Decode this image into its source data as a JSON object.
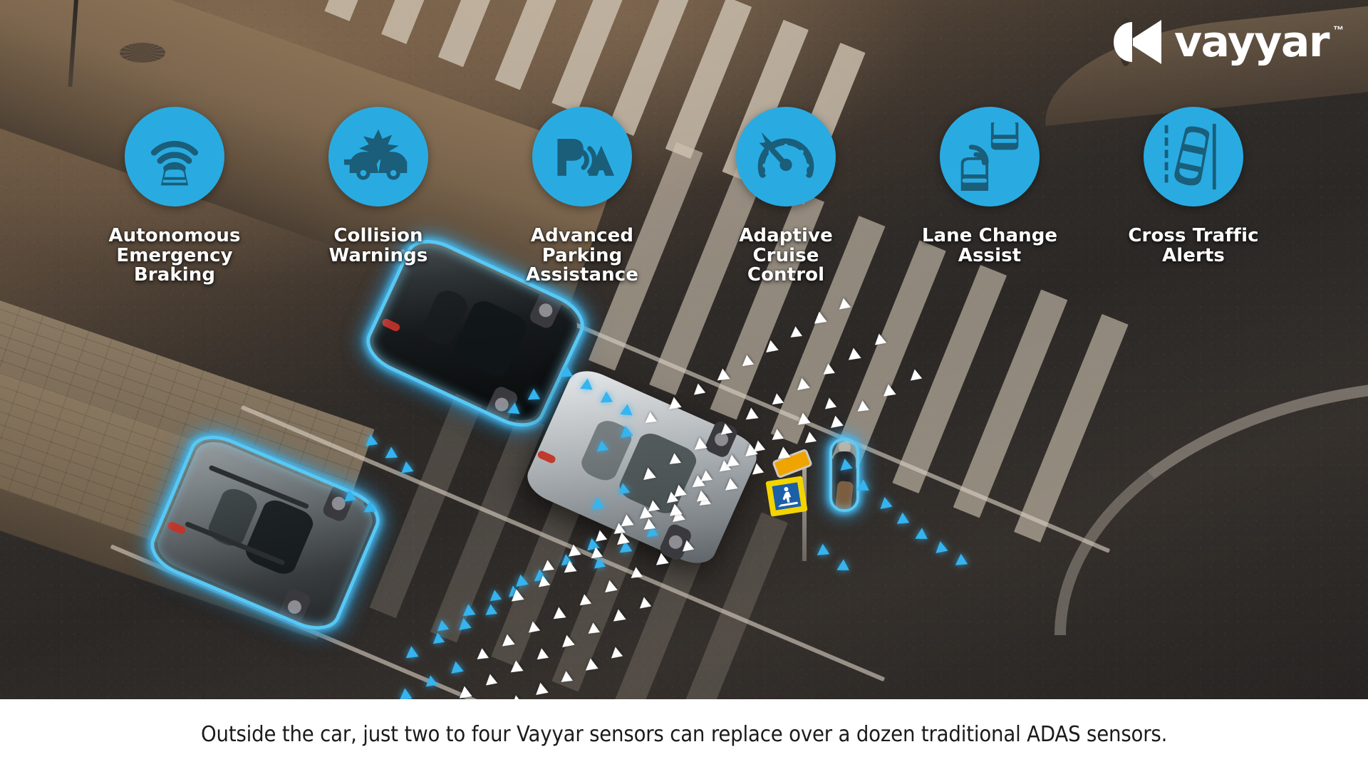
{
  "brand": {
    "logo_name": "vayyar",
    "trademark": "™",
    "logo_icon": "vayyar-triangle-mark",
    "accent_blue": "#29ABE2",
    "icon_dark": "#1A5E7A",
    "glow_cyan": "#35B4EF"
  },
  "features": [
    {
      "id": "autonomous-emergency-braking",
      "icon": "radar-waves-over-car-icon",
      "label": "Autonomous\nEmergency Braking"
    },
    {
      "id": "collision-warnings",
      "icon": "two-cars-crash-burst-icon",
      "label": "Collision\nWarnings"
    },
    {
      "id": "advanced-parking-assistance",
      "icon": "parking-p-waves-a-icon",
      "label": "Advanced Parking\nAssistance"
    },
    {
      "id": "adaptive-cruise-control",
      "icon": "speedometer-arrow-icon",
      "label": "Adaptive Cruise\nControl"
    },
    {
      "id": "lane-change-assist",
      "icon": "two-cars-side-waves-icon",
      "label": "Lane Change\nAssist"
    },
    {
      "id": "cross-traffic-alerts",
      "icon": "car-in-lane-topview-icon",
      "label": "Cross Traffic\nAlerts"
    }
  ],
  "scene": {
    "name": "intersection-aerial-photo",
    "vehicles": [
      {
        "id": "suv-grey",
        "name": "highlighted-suv",
        "highlighted": true
      },
      {
        "id": "sedan-black",
        "name": "highlighted-black-sedan",
        "highlighted": true
      },
      {
        "id": "sedan-silver",
        "name": "silver-sedan",
        "highlighted": false
      }
    ],
    "pedestrian": {
      "id": "pedestrian",
      "name": "highlighted-pedestrian",
      "highlighted": true
    },
    "sign": {
      "id": "crosswalk-sign",
      "name": "pedestrian-crossing-sign"
    },
    "sensor_arrows": {
      "white_count": 62,
      "cyan_count": 34,
      "meaning": "radar sensor coverage beams"
    }
  },
  "caption": {
    "text": "Outside the car, just two to four Vayyar sensors can replace over a dozen traditional ADAS sensors."
  }
}
